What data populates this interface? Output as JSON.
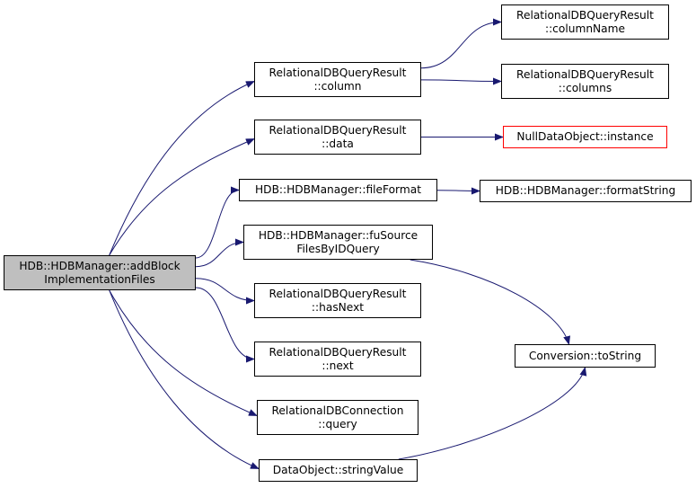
{
  "colors": {
    "edge": "#191970",
    "node_border": "#000000",
    "root_fill": "#bfbfbf",
    "missing_border": "#ff0000"
  },
  "nodes": [
    {
      "id": "root",
      "lines": [
        "HDB::HDBManager::addBlock",
        "ImplementationFiles"
      ],
      "style": "root"
    },
    {
      "id": "rdbqr-column",
      "lines": [
        "RelationalDBQueryResult",
        "::column"
      ]
    },
    {
      "id": "rdbqr-data",
      "lines": [
        "RelationalDBQueryResult",
        "::data"
      ]
    },
    {
      "id": "hdb-fileformat",
      "lines": [
        "HDB::HDBManager::fileFormat"
      ]
    },
    {
      "id": "hdb-fusource",
      "lines": [
        "HDB::HDBManager::fuSource",
        "FilesByIDQuery"
      ]
    },
    {
      "id": "rdbqr-hasnext",
      "lines": [
        "RelationalDBQueryResult",
        "::hasNext"
      ]
    },
    {
      "id": "rdbqr-next",
      "lines": [
        "RelationalDBQueryResult",
        "::next"
      ]
    },
    {
      "id": "rdbc-query",
      "lines": [
        "RelationalDBConnection",
        "::query"
      ]
    },
    {
      "id": "dataobject-stringvalue",
      "lines": [
        "DataObject::stringValue"
      ]
    },
    {
      "id": "rdbqr-columnname",
      "lines": [
        "RelationalDBQueryResult",
        "::columnName"
      ]
    },
    {
      "id": "rdbqr-columns",
      "lines": [
        "RelationalDBQueryResult",
        "::columns"
      ]
    },
    {
      "id": "nulldataobject-instance",
      "lines": [
        "NullDataObject::instance"
      ],
      "style": "missing"
    },
    {
      "id": "hdb-formatstring",
      "lines": [
        "HDB::HDBManager::formatString"
      ]
    },
    {
      "id": "conversion-tostring",
      "lines": [
        "Conversion::toString"
      ]
    }
  ],
  "edges": [
    {
      "from": "root",
      "to": "rdbqr-column"
    },
    {
      "from": "root",
      "to": "rdbqr-data"
    },
    {
      "from": "root",
      "to": "hdb-fileformat"
    },
    {
      "from": "root",
      "to": "hdb-fusource"
    },
    {
      "from": "root",
      "to": "rdbqr-hasnext"
    },
    {
      "from": "root",
      "to": "rdbqr-next"
    },
    {
      "from": "root",
      "to": "rdbc-query"
    },
    {
      "from": "root",
      "to": "dataobject-stringvalue"
    },
    {
      "from": "rdbqr-column",
      "to": "rdbqr-columnname"
    },
    {
      "from": "rdbqr-column",
      "to": "rdbqr-columns"
    },
    {
      "from": "rdbqr-data",
      "to": "nulldataobject-instance"
    },
    {
      "from": "hdb-fileformat",
      "to": "hdb-formatstring"
    },
    {
      "from": "hdb-fusource",
      "to": "conversion-tostring"
    },
    {
      "from": "dataobject-stringvalue",
      "to": "conversion-tostring"
    }
  ]
}
